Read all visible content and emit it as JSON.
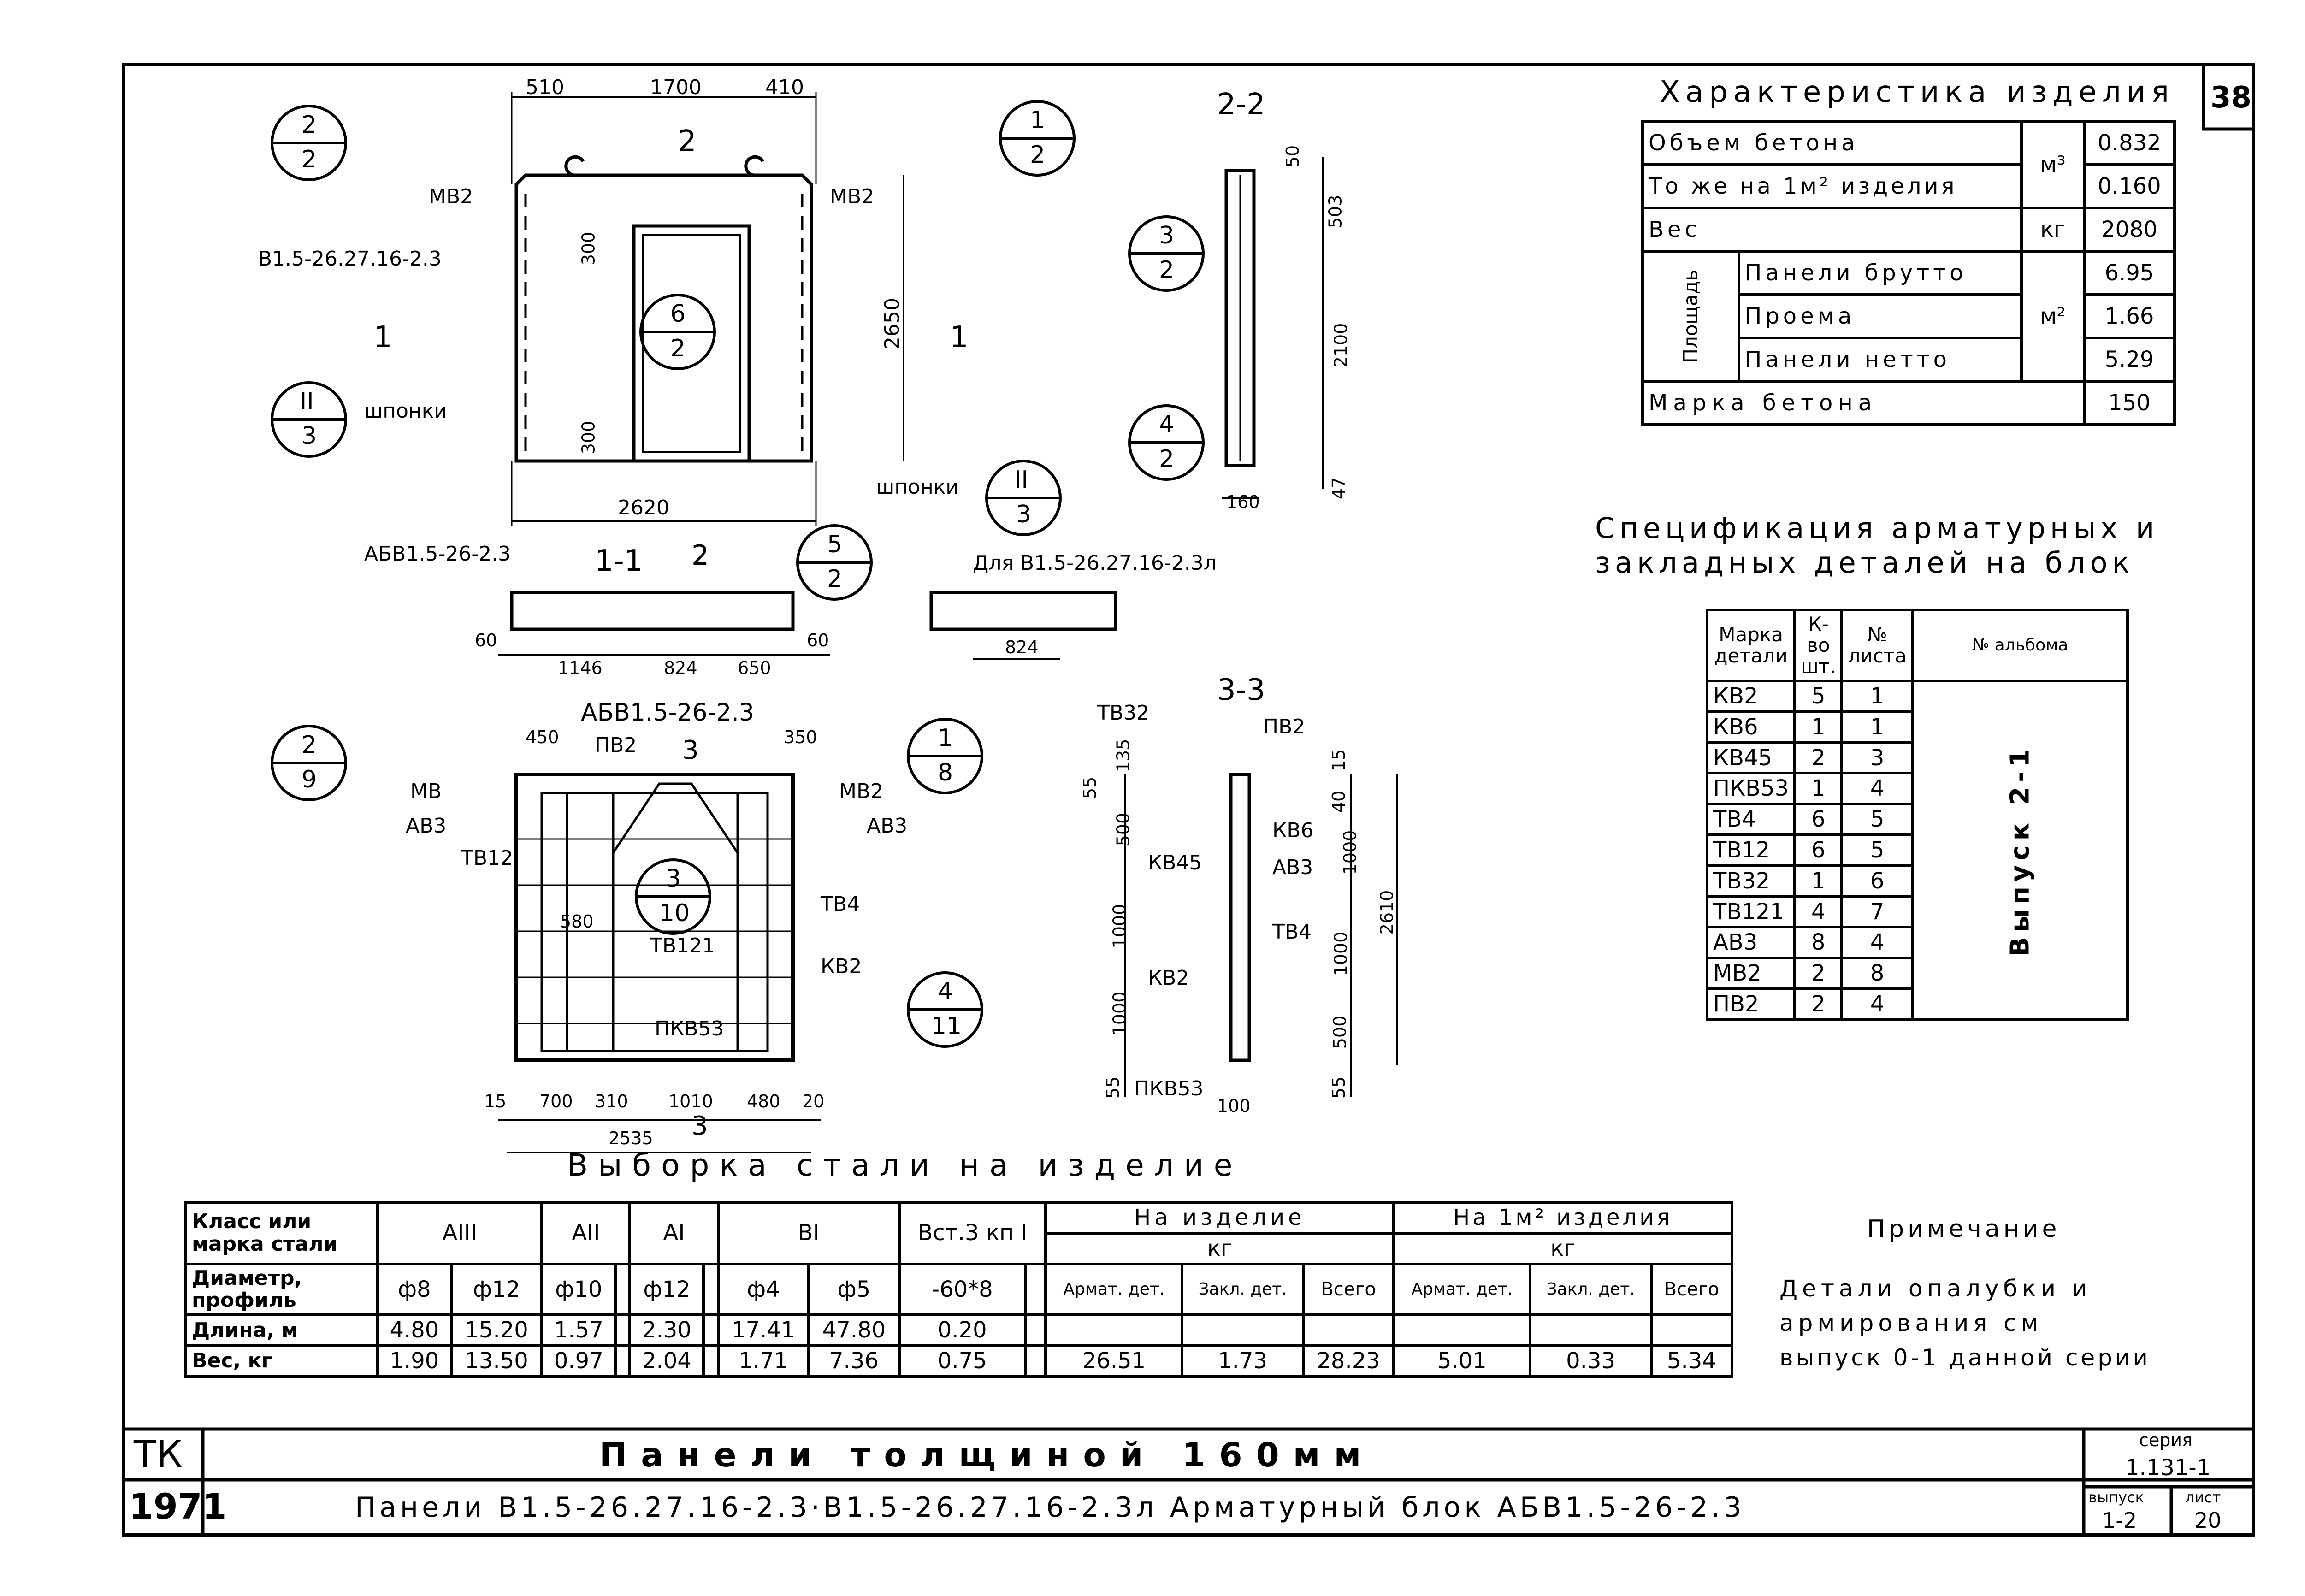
{
  "sheet": {
    "sheet_no": "38",
    "company": "ТК",
    "year": "1971",
    "title": "Панели толщиной 160мм",
    "subtitle": "Панели В1.5-26.27.16-2.3·В1.5-26.27.16-2.3л Арматурный блок АБВ1.5-26-2.3",
    "series_label": "серия",
    "series_value": "1.131-1",
    "issue_label": "выпуск",
    "issue_value": "1-2",
    "list_label": "лист",
    "list_value": "20"
  },
  "char_table": {
    "title": "Характеристика изделия",
    "rows": [
      {
        "label": "Объем бетона",
        "unit": "м³",
        "value": "0.832"
      },
      {
        "label": "То же на 1м² изделия",
        "unit": "",
        "value": "0.160"
      },
      {
        "label": "Вес",
        "unit": "кг",
        "value": "2080"
      },
      {
        "label": "Панели брутто",
        "unit": "м²",
        "value": "6.95"
      },
      {
        "label": "Проема",
        "unit": "",
        "value": "1.66"
      },
      {
        "label": "Панели нетто",
        "unit": "",
        "value": "5.29"
      },
      {
        "label": "Марка бетона",
        "unit": "",
        "value": "150"
      }
    ],
    "area_label": "Площадь"
  },
  "spec_table": {
    "title_1": "Спецификация арматурных и",
    "title_2": "закладных деталей на блок",
    "headers": [
      "Марка детали",
      "К-во шт.",
      "№ листа",
      "№ альбома"
    ],
    "rows": [
      [
        "КВ2",
        "5",
        "1"
      ],
      [
        "КВ6",
        "1",
        "1"
      ],
      [
        "КВ45",
        "2",
        "3"
      ],
      [
        "ПКВ53",
        "1",
        "4"
      ],
      [
        "ТВ4",
        "6",
        "5"
      ],
      [
        "ТВ12",
        "6",
        "5"
      ],
      [
        "ТВ32",
        "1",
        "6"
      ],
      [
        "ТВ121",
        "4",
        "7"
      ],
      [
        "АВ3",
        "8",
        "4"
      ],
      [
        "МВ2",
        "2",
        "8"
      ],
      [
        "ПВ2",
        "2",
        "4"
      ]
    ],
    "album": "Выпуск 2-1"
  },
  "steel_table": {
    "title": "Выборка стали на изделие",
    "class_header": "Класс или марка стали",
    "profile_header": "Диаметр, профиль",
    "length_header": "Длина, м",
    "weight_header": "Вес, кг",
    "classes": [
      "АIII",
      "АII",
      "АI",
      "ВI",
      "Вст.3 кп I"
    ],
    "profiles": [
      "ф8",
      "ф12",
      "ф10",
      "",
      "ф12",
      "",
      "ф4",
      "ф5",
      "-60*8",
      ""
    ],
    "lengths": [
      "4.80",
      "15.20",
      "1.57",
      "",
      "2.30",
      "",
      "17.41",
      "47.80",
      "0.20",
      ""
    ],
    "weights": [
      "1.90",
      "13.50",
      "0.97",
      "",
      "2.04",
      "",
      "1.71",
      "7.36",
      "0.75",
      ""
    ],
    "per_item_header": "На изделие",
    "per_m2_header": "На 1м² изделия",
    "kg": "кг",
    "sub_headers": [
      "Армат. дет.",
      "Закл. дет.",
      "Всего",
      "Армат. дет.",
      "Закл. дет.",
      "Всего"
    ],
    "totals": [
      "26.51",
      "1.73",
      "28.23",
      "5.01",
      "0.33",
      "5.34"
    ]
  },
  "note": {
    "title": "Примечание",
    "lines": [
      "Детали опалубки и",
      "армирования см",
      "выпуск 0-1 данной серии"
    ]
  },
  "drawing": {
    "panel_name": "В1.5-26.27.16-2.3",
    "dims_top": [
      "510",
      "1700",
      "410"
    ],
    "dim_width": "2620",
    "dim_height": "2650",
    "dim_300a": "300",
    "dim_300b": "300",
    "mb2": "МВ2",
    "shponki": "шпонки",
    "sec_2_2": "2-2",
    "sec_1_1": "1-1",
    "sec_3_3": "3-3",
    "abv": "АБВ1.5-26-2.3",
    "for_l": "Для В1.5-26.27.16-2.3л",
    "dims_11": [
      "60",
      "1146",
      "824",
      "650",
      "60"
    ],
    "dim_824": "824",
    "dims_22": [
      "50",
      "503",
      "2100",
      "47",
      "160"
    ],
    "dims_block": [
      "15",
      "700",
      "310",
      "1010",
      "480",
      "20"
    ],
    "dim_2535": "2535",
    "dim_450": "450",
    "dim_350": "350",
    "dim_580": "580",
    "dims_33_left": [
      "55",
      "135",
      "500",
      "1000",
      "1000",
      "55"
    ],
    "dims_33_right": [
      "15",
      "40",
      "1000",
      "1000",
      "500",
      "55"
    ],
    "dim_2610": "2610",
    "dim_100": "100",
    "marks": [
      "МВ",
      "АВ3",
      "ТВ12",
      "ПВ2",
      "МВ2",
      "АВ3",
      "ТВ4",
      "ТВ121",
      "КВ2",
      "ПКВ53",
      "ТВ32",
      "ПВ2",
      "КВ45",
      "КВ6",
      "АВ3",
      "ТВ4",
      "КВ2",
      "ПКВ53"
    ],
    "bubbles": [
      {
        "top": "2",
        "bot": "2"
      },
      {
        "top": "1",
        "bot": "2"
      },
      {
        "top": "6",
        "bot": "2"
      },
      {
        "top": "II",
        "bot": "3"
      },
      {
        "top": "II",
        "bot": "3"
      },
      {
        "top": "3",
        "bot": "2"
      },
      {
        "top": "4",
        "bot": "2"
      },
      {
        "top": "5",
        "bot": "2"
      },
      {
        "top": "2",
        "bot": "9"
      },
      {
        "top": "1",
        "bot": "8"
      },
      {
        "top": "3",
        "bot": "10"
      },
      {
        "top": "4",
        "bot": "11"
      }
    ],
    "cut_labels": [
      "2",
      "1",
      "1",
      "2",
      "3",
      "3"
    ]
  }
}
